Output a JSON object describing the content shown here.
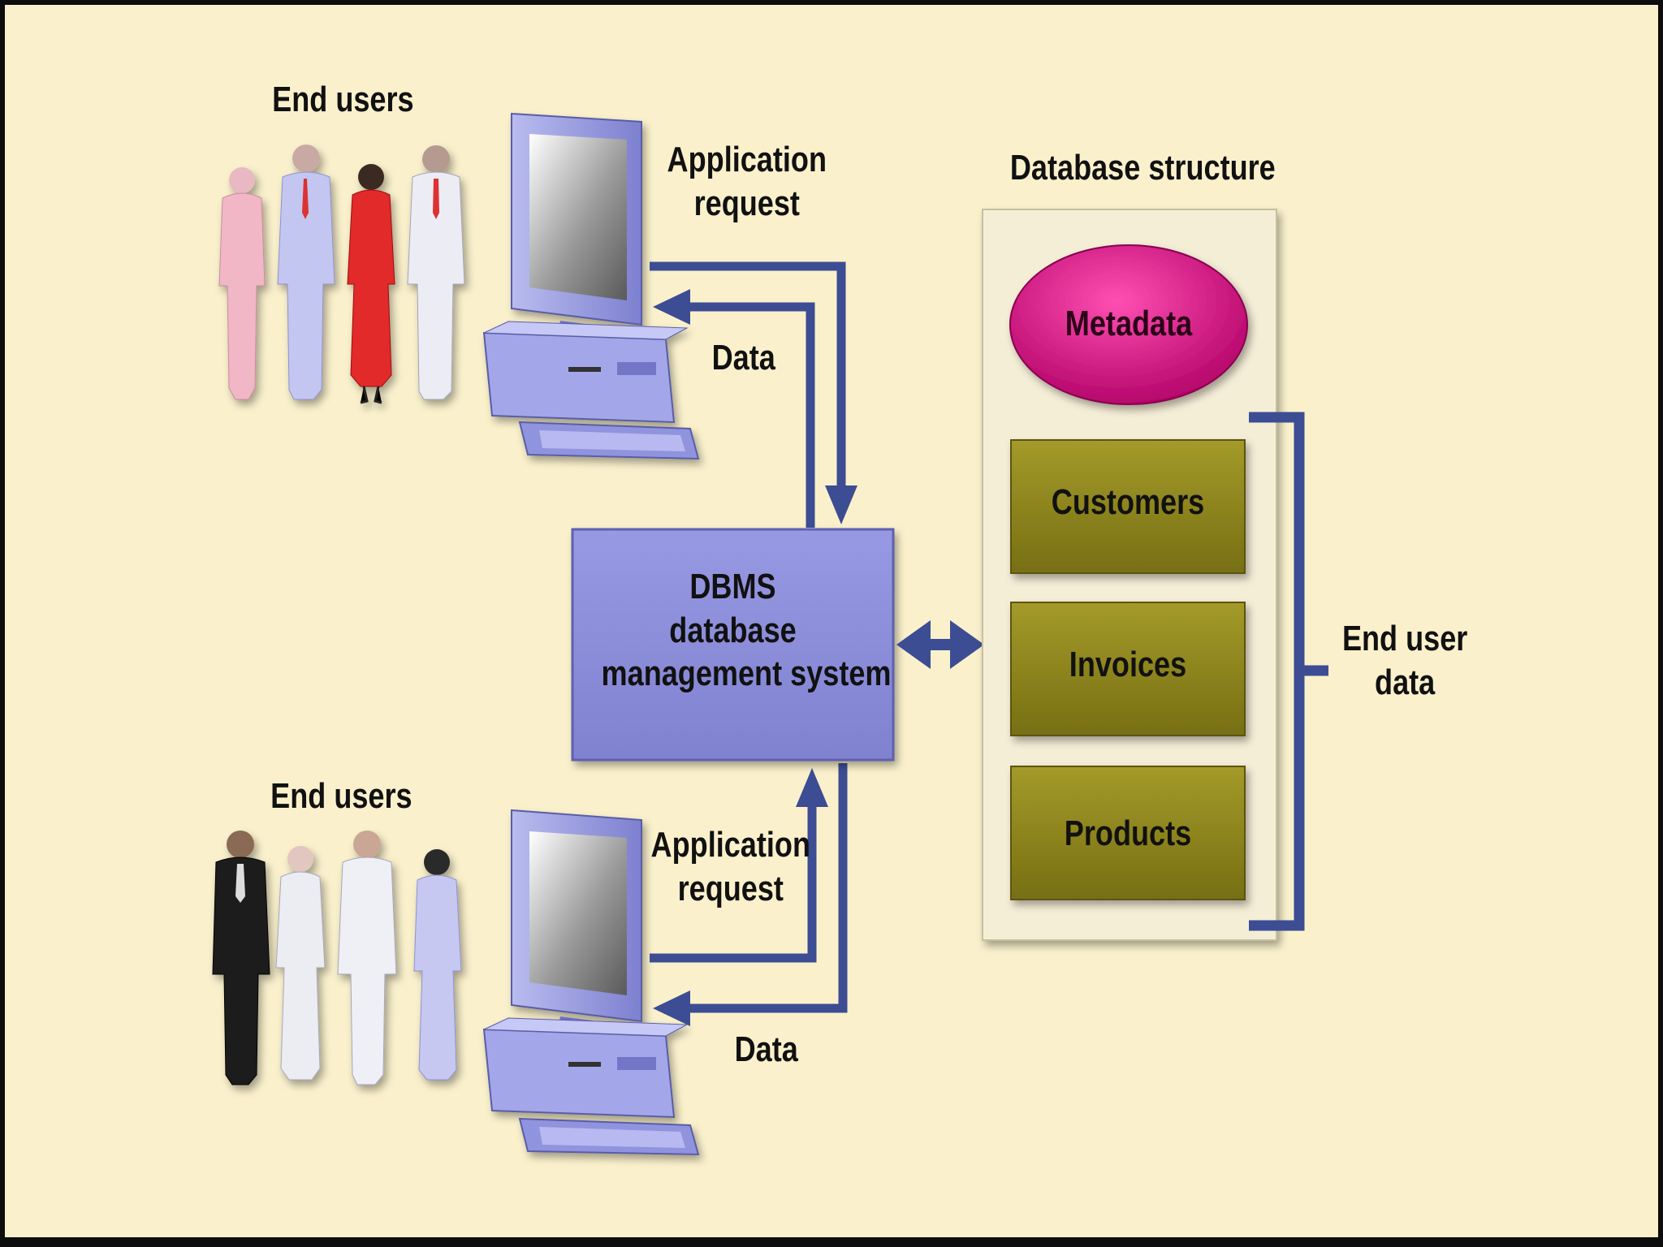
{
  "top_group": {
    "users_label": "End users",
    "request_label": [
      "Application",
      "request"
    ],
    "data_label": "Data"
  },
  "bottom_group": {
    "users_label": "End users",
    "request_label": [
      "Application",
      "request"
    ],
    "data_label": "Data"
  },
  "dbms": {
    "lines": [
      "DBMS",
      "database",
      "management system"
    ]
  },
  "database_structure": {
    "title": "Database structure",
    "metadata_label": "Metadata",
    "tables": [
      "Customers",
      "Invoices",
      "Products"
    ],
    "end_user_data_label": [
      "End user",
      "data"
    ]
  },
  "colors": {
    "background": "#faf1cc",
    "border": "#0d0d0d",
    "arrow": "#3d4d93",
    "dbms_box": "#8d8fd9",
    "panel": "#f4edd3",
    "metadata": "#d80f7f",
    "table_box": "#8c841c"
  }
}
